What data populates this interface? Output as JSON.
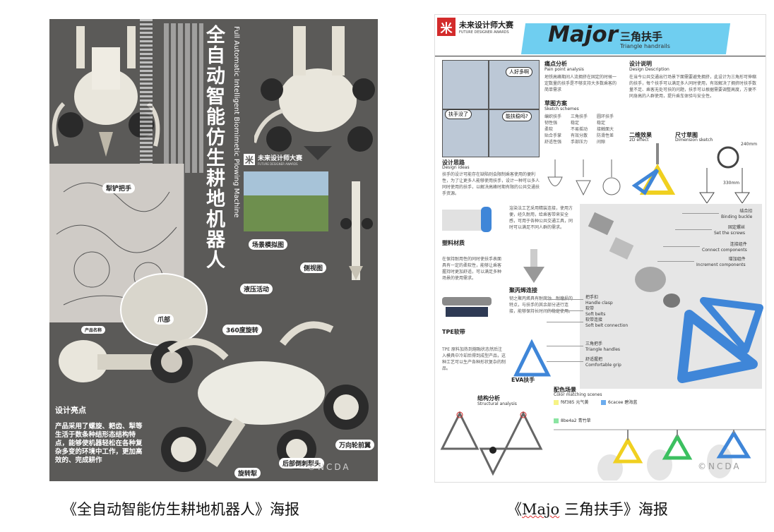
{
  "poster1": {
    "title_cn": "全自动智能仿生耕地机器人",
    "title_en": "Full Automatic Intelligent Biomimetic Plowing Machine",
    "logo_cn": "未来设计师大赛",
    "logo_en": "FUTURE DESIGNER AWARDS",
    "labels": {
      "plow_handle": "犁铲把手",
      "product_name_tag": "产品名称",
      "scene": "场景模拟图",
      "side_view": "侧视图",
      "hydraulic": "液压活动",
      "rotate360": "360度旋转",
      "claw": "爪部",
      "design_highlights": "设计亮点",
      "steering_front": "万向轮前翼",
      "rear_plow": "后部倒刺犁头",
      "spiral_plow": "旋转犁"
    },
    "design_body": "产品采用了螺旋、耙齿、犁等生活于数条种结形态结构特点，能够使机器轻松在各种复杂多变的环境中工作，更加高效的、完成耕作",
    "watermark": "©NCDA",
    "colors": {
      "bg": "#5b5a58",
      "text": "#ffffff"
    }
  },
  "poster2": {
    "logo_cn": "未来设计师大赛",
    "logo_en": "FUTURE DESIGNER AWARDS",
    "title_major": "Major",
    "title_cn": "三角扶手",
    "title_en": "Triangle handrails",
    "pain_title": "痛点分析",
    "pain_en": "Pain point analysis",
    "pain_text": "地铁高峰期间人流拥挤在固定的时候一定数量的扶手是不够支持大多数乘客的简单需求",
    "bubble1": "人好多啊",
    "bubble2": "扶手没了",
    "bubble3": "能扶稳吗?",
    "sketch_title": "草图方案",
    "sketch_en": "Sketch schemes",
    "sketch_cols": [
      "编织扶手\n韧性强\n柔软\n贴合手掌\n舒适性强",
      "三角扶手\n稳定\n不易摇动\n有效分散\n手部压力",
      "圆环扶手\n稳定\n接触面大\n防滑性差\n间隙"
    ],
    "design_title": "设计说明",
    "design_en": "Design Description",
    "design_text": "在当今公共交通出行场景下面需要避免拥挤，此设计为三角形可伸缩的扶手，每个扶手可以满足多人同时使用，有效解决了拥挤时扶手数量不足、乘客无处可扶的问题，扶手可以根据需要调整高度，方便不同身高的人群使用，提升乘车体验与安全性。",
    "effect_title": "二维效果",
    "effect_en": "2D effect",
    "dim_title": "尺寸草图",
    "dim_en": "Dimension sketch",
    "dim_240": "240mm",
    "dim_330": "330mm",
    "idea_title": "设计思路",
    "idea_en": "Design ideas",
    "idea_text": "扶手的设计可能存在缺陷则会限制乘客使用的便利性，为了让更多人能够使用扶手，设计一种可以多人同时使用的扶手，以解决高峰时期有限的公共交通扶手资源。",
    "material1": "塑料材质",
    "material1_text": "渲染法工艺采用精装连接，使用方便，经久耐用，给乘客带来安全感，可用于各种公共交通工具，同时可以满足不同人群的需求。",
    "material2_text": "在保持耐用性的同时使扶手表面具有一定的柔软性，能够让乘客握持时更加舒适，可以满足多种场景的使用需求。",
    "material3": "聚丙烯连接",
    "material3_text": "韧之聚丙烯具有耐腐蚀、耐磨损的特点，与扶手的其余部分进行连接，能够保持长时间的稳定使用。",
    "material4": "TPE软带",
    "material4_text": "TPE 原料加热到熔融状态然后注入模具中冷却后得到成型产品，这种工艺可以生产各种形状复杂的制品。",
    "eva": "EVA扶手",
    "exploded": [
      {
        "cn": "结合扣",
        "en": "Binding buckle"
      },
      {
        "cn": "固定螺丝",
        "en": "Set the screws"
      },
      {
        "cn": "连接组件",
        "en": "Connect components"
      },
      {
        "cn": "增加组件",
        "en": "Increment components"
      },
      {
        "cn": "把手扣",
        "en": "Handle clasp"
      },
      {
        "cn": "软带",
        "en": "Soft belts"
      },
      {
        "cn": "软带连接",
        "en": "Soft belt connection"
      },
      {
        "cn": "三角把手",
        "en": "Triangle handles"
      },
      {
        "cn": "舒适握把",
        "en": "Comfortable grip"
      }
    ],
    "struct_title": "结构分析",
    "struct_en": "Structural analysis",
    "color_title": "配色场景",
    "color_en": "Color matching scenes",
    "swatches": [
      {
        "code": "f6f385",
        "name": "元气黄",
        "color": "#f6f385"
      },
      {
        "code": "6cacee",
        "name": "碧海蓝",
        "color": "#6cacee"
      },
      {
        "code": "8be4a2",
        "name": "青竹草",
        "color": "#8be4a2"
      }
    ],
    "watermark": "©NCDA",
    "colors": {
      "accent_blue": "#3f86d8",
      "brush": "#5fc9ee",
      "logo_red": "#d32b2b"
    }
  },
  "captions": {
    "left": "《全自动智能仿生耕地机器人》海报",
    "right_prefix": "《",
    "right_word": "Majo",
    "right_suffix": " 三角扶手》海报"
  }
}
